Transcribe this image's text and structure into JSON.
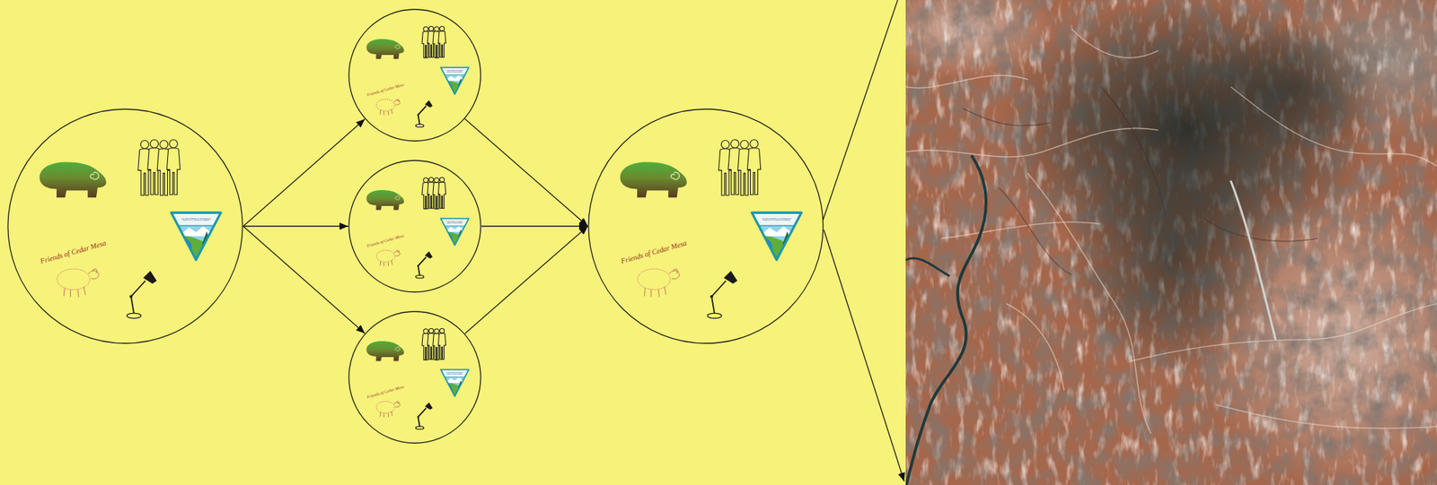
{
  "diagram": {
    "nodes": [
      {
        "text": [
          "Friends of Cedar Mesa",
          "U.S. DEPARTMENT OF THE INTERIOR BUREAU OF LAND MANAGEMENT"
        ]
      },
      {
        "text": [
          "Friends of Cedar Mesa",
          "U.S. DEPARTMENT OF THE INTERIOR BUREAU OF LAND MANAGEMENT"
        ]
      },
      {
        "text": [
          "Friends of Cedar Mesa",
          "U.S. DEPARTMENT OF THE INTERIOR BUREAU OF LAND MANAGEMENT"
        ]
      },
      {
        "text": [
          "Friends of Cedar Mesa",
          "U.S. DEPARTMENT OF THE INTERIOR BUREAU OF LAND MANAGEMENT"
        ]
      },
      {
        "text": [
          "Friends of Cedar Mesa",
          "U.S. DEPARTMENT OF THE INTERIOR BUREAU OF LAND MANAGEMENT"
        ]
      }
    ],
    "edges": [
      {
        "from": 0,
        "to": 1,
        "arrow": "to"
      },
      {
        "from": 0,
        "to": 2,
        "arrow": "to"
      },
      {
        "from": 0,
        "to": 3,
        "arrow": "to"
      },
      {
        "from": 1,
        "to": 4,
        "arrow": "to"
      },
      {
        "from": 2,
        "to": 4,
        "arrow": "to"
      },
      {
        "from": 3,
        "to": 4,
        "arrow": "to"
      }
    ]
  }
}
